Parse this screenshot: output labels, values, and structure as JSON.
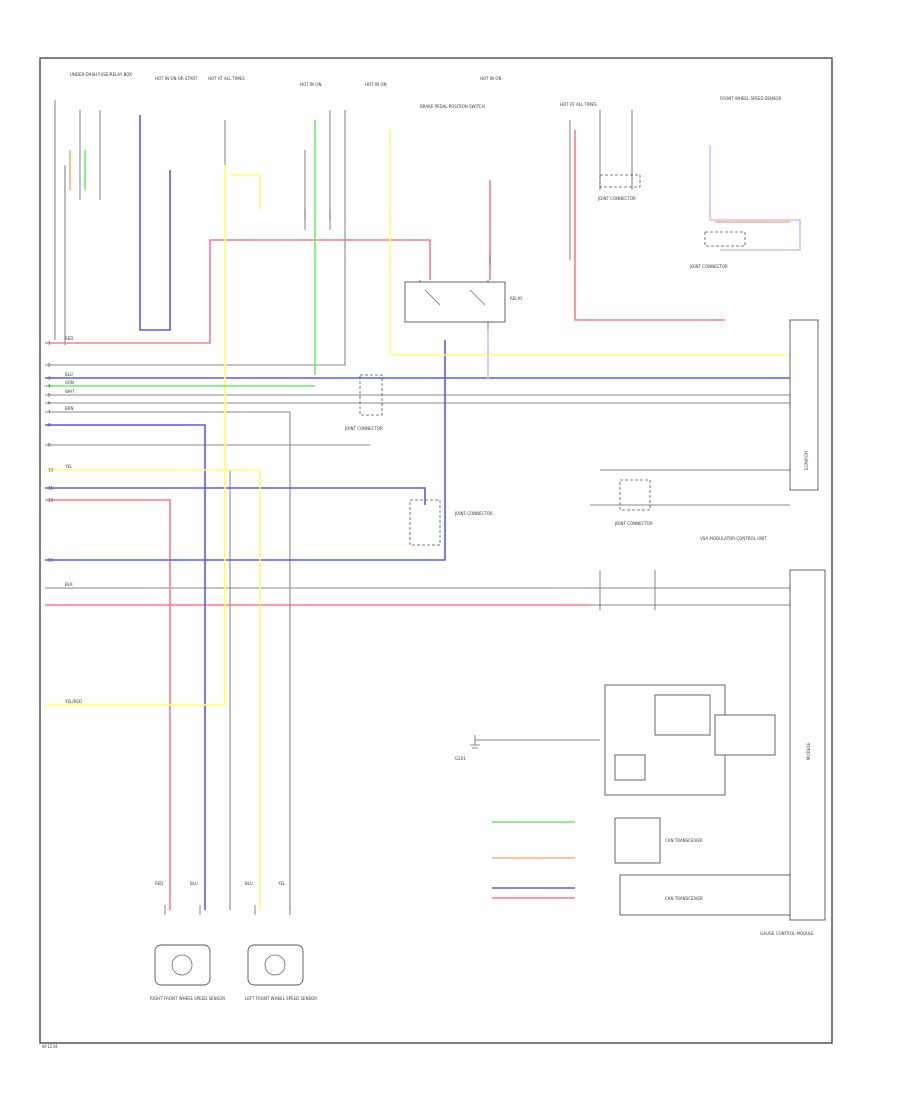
{
  "diagram": {
    "wire_colors": {
      "red": "#ff7a8a",
      "blue": "#5a5af0",
      "yellow": "#ffff70",
      "green": "#66ee66",
      "orange": "#f7b27a",
      "violet": "#c6c6ff",
      "gray": "#9a9a9a"
    },
    "footer_code": "W-1234",
    "pin_numbers": [
      "1",
      "2",
      "3",
      "4",
      "5",
      "6",
      "7",
      "8",
      "9",
      "10",
      "11",
      "12",
      "13"
    ],
    "labels": {
      "top_1": "UNDER-DASH FUSE/RELAY BOX",
      "top_2": "HOT IN ON OR START",
      "top_3": "HOT AT ALL TIMES",
      "top_4": "HOT IN ON",
      "top_5": "HOT IN ON",
      "top_6": "HOT IN ON",
      "top_7": "BRAKE PEDAL POSITION SWITCH",
      "top_8": "HOT AT ALL TIMES",
      "top_9": "FRONT WHEEL SPEED SENSOR",
      "conn_1": "JOINT CONNECTOR",
      "conn_2": "JOINT CONNECTOR",
      "conn_3": "JOINT CONNECTOR",
      "conn_4": "JOINT CONNECTOR",
      "conn_5": "JOINT CONNECTOR",
      "relay": "RELAY",
      "ecm": "ECM/PCM",
      "meter": "GAUGE CONTROL MODULE",
      "vsa": "VSA MODULATOR-CONTROL UNIT",
      "module": "MODULE",
      "sensor_r": "RIGHT FRONT WHEEL SPEED SENSOR",
      "sensor_l": "LEFT FRONT WHEEL SPEED SENSOR",
      "trans_1": "CAN TRANSCEIVER",
      "trans_2": "CAN TRANSCEIVER",
      "ground": "G201",
      "yellow_tag": "YEL/RED",
      "wire_red": "RED",
      "wire_blu": "BLU",
      "wire_yel": "YEL",
      "wire_grn": "GRN",
      "wire_wht": "WHT",
      "wire_brn": "BRN",
      "wire_blk": "BLK"
    }
  }
}
